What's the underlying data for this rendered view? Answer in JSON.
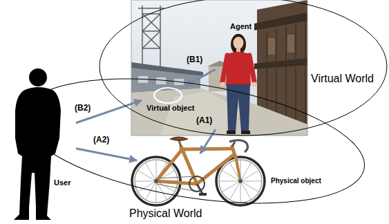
{
  "diagram": {
    "nodes": [
      {
        "text": [
          "Virtual World"
        ]
      },
      {
        "text": [
          "Agent"
        ],
        "in": 0
      },
      {
        "text": [
          "Virtual object"
        ],
        "in": 0
      },
      {
        "text": [
          "Physical World"
        ]
      },
      {
        "text": [
          "User"
        ],
        "in": 3
      },
      {
        "text": [
          "Physical object"
        ],
        "in": 3
      }
    ],
    "edges": [
      {
        "from": 1,
        "to": 2,
        "label": "(B1)",
        "arrow": "to"
      },
      {
        "from": 1,
        "to": 5,
        "label": "(A1)",
        "arrow": "to"
      },
      {
        "from": 4,
        "to": 2,
        "label": "(B2)",
        "arrow": "to"
      },
      {
        "from": 4,
        "to": 5,
        "label": "(A2)",
        "arrow": "to"
      }
    ]
  }
}
